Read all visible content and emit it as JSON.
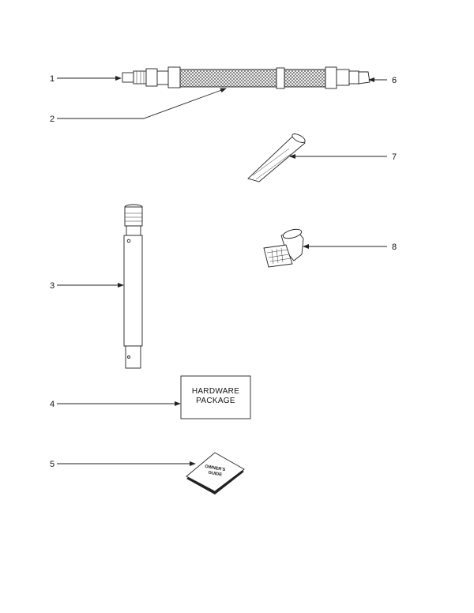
{
  "callouts": [
    {
      "id": "1",
      "label": "1"
    },
    {
      "id": "2",
      "label": "2"
    },
    {
      "id": "3",
      "label": "3"
    },
    {
      "id": "4",
      "label": "4"
    },
    {
      "id": "5",
      "label": "5"
    },
    {
      "id": "6",
      "label": "6"
    },
    {
      "id": "7",
      "label": "7"
    },
    {
      "id": "8",
      "label": "8"
    }
  ],
  "hardware_box": {
    "line1": "HARDWARE",
    "line2": "PACKAGE"
  },
  "owners_guide": {
    "line1": "OWNER'S",
    "line2": "GUIDE"
  }
}
